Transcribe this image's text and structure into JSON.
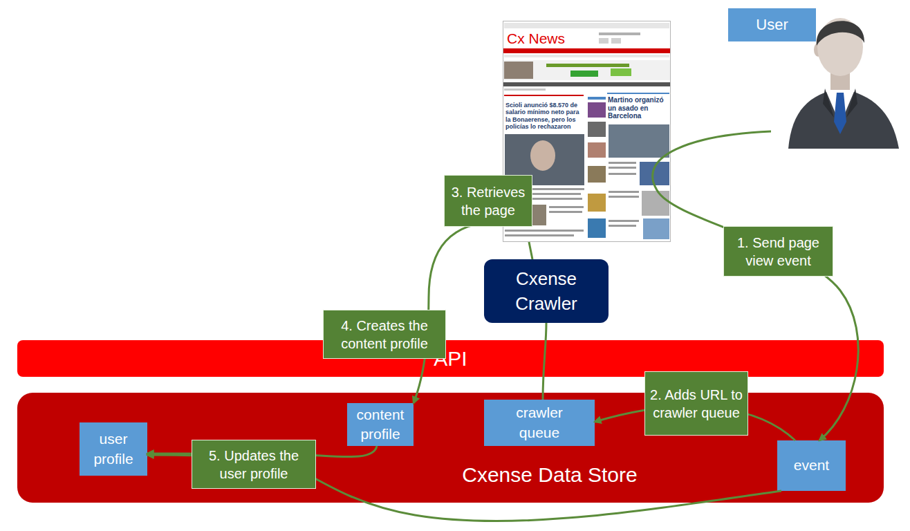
{
  "diagram": {
    "nodes": [
      {
        "text": [
          "User"
        ]
      },
      {
        "text": [
          "Cx News",
          "Scioli anunció $8.570 de salario mínimo neto para la Bonaerense, pero los policías lo rechazaron",
          "Martino organizó un asado en Barcelona"
        ]
      },
      {
        "text": [
          "Cxense Crawler"
        ]
      },
      {
        "text": [
          "API"
        ]
      },
      {
        "text": [
          "Cxense Data Store"
        ]
      },
      {
        "text": [
          "user profile"
        ],
        "in": 4
      },
      {
        "text": [
          "content profile"
        ],
        "in": 4
      },
      {
        "text": [
          "crawler queue"
        ],
        "in": 4
      },
      {
        "text": [
          "event"
        ],
        "in": 4
      }
    ],
    "edges": [
      {
        "from": 0,
        "to": 8,
        "label": "1. Send page view event",
        "arrow": "to"
      },
      {
        "from": 8,
        "to": 7,
        "label": "2. Adds URL to crawler queue",
        "arrow": "to"
      },
      {
        "from": 7,
        "to": 2,
        "arrow": "none"
      },
      {
        "from": 2,
        "to": 1,
        "label": "3. Retrieves the page",
        "arrow": "none"
      },
      {
        "from": 1,
        "to": 6,
        "label": "4. Creates the content profile",
        "arrow": "to"
      },
      {
        "from": 6,
        "to": 5,
        "label": "5. Updates the user profile",
        "arrow": "to"
      },
      {
        "from": 8,
        "to": 5,
        "arrow": "to"
      }
    ]
  }
}
